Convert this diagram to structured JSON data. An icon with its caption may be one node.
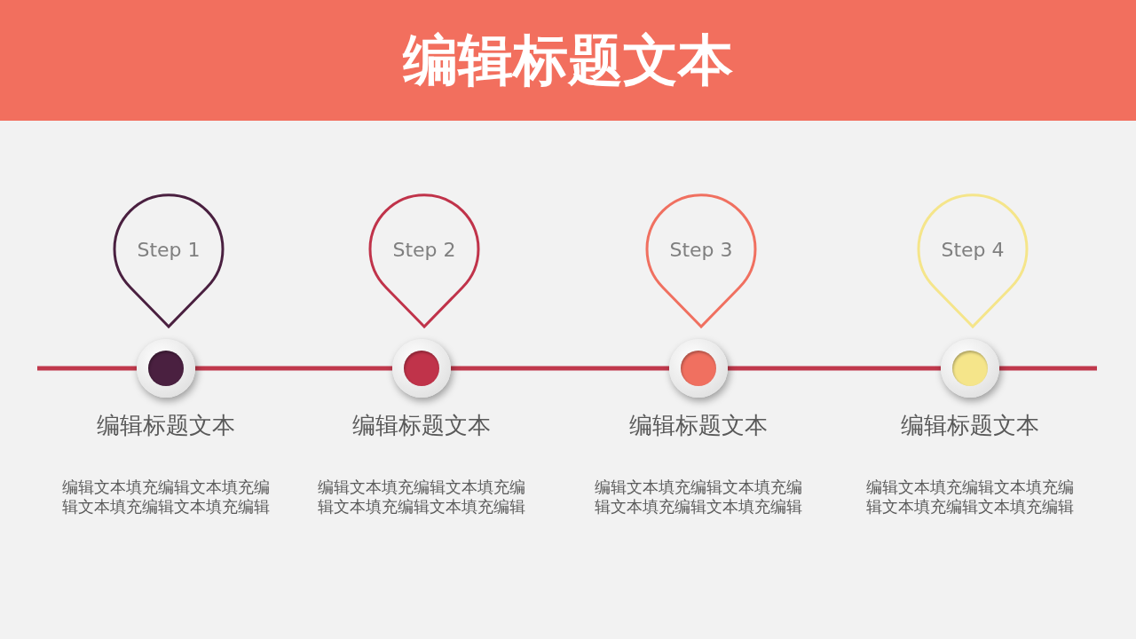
{
  "diagram": {
    "title": "编辑标题文本",
    "nodes": [
      {
        "text": [
          "Step 1"
        ]
      },
      {
        "text": [
          "Step 2"
        ]
      },
      {
        "text": [
          "Step 3"
        ]
      },
      {
        "text": [
          "Step 4"
        ]
      },
      {
        "text": [],
        "shape": "circle",
        "beside": [
          "编辑标题文本",
          "编辑文本填充编辑文本填充编辑文本填充编辑文本填充编辑"
        ]
      },
      {
        "text": [],
        "shape": "circle",
        "beside": [
          "编辑标题文本",
          "编辑文本填充编辑文本填充编辑文本填充编辑文本填充编辑"
        ]
      },
      {
        "text": [],
        "shape": "circle",
        "beside": [
          "编辑标题文本",
          "编辑文本填充编辑文本填充编辑文本填充编辑文本填充编辑"
        ]
      },
      {
        "text": [],
        "shape": "circle",
        "beside": [
          "编辑标题文本",
          "编辑文本填充编辑文本填充编辑文本填充编辑文本填充编辑"
        ]
      }
    ],
    "edges": [
      {
        "from": 4,
        "to": 5,
        "arrow": "none"
      },
      {
        "from": 5,
        "to": 6,
        "arrow": "none"
      },
      {
        "from": 6,
        "to": 7,
        "arrow": "none"
      }
    ]
  }
}
